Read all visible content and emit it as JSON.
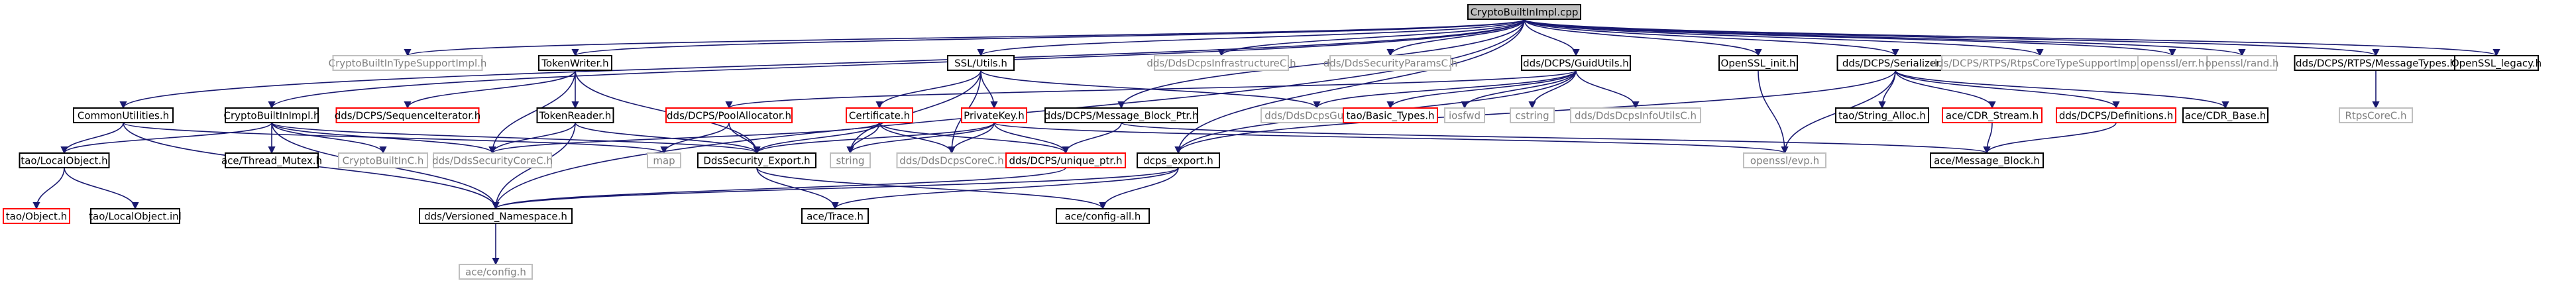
{
  "title": "CryptoBuiltInImpl.cpp",
  "colors": {
    "root_fill": "#bfbfbf",
    "included_border": "#000000",
    "missing_border": "#bfbfbf",
    "missing_text": "#808080",
    "error_border": "#ff0000",
    "edge_color": "#191970",
    "text": "#000000"
  },
  "nodes": {
    "root": "CryptoBuiltInImpl.cpp",
    "crypto_type_support": "CryptoBuiltInTypeSupportImpl.h",
    "token_writer": "TokenWriter.h",
    "dcps_infra_c": "dds/DdsDcpsInfrastructureC.h",
    "security_params_c": "dds/DdsSecurityParamsC.h",
    "ssl_utils": "SSL/Utils.h",
    "guid_utils": "dds/DCPS/GuidUtils.h",
    "openssl_init": "OpenSSL_init.h",
    "serializer": "dds/DCPS/Serializer.h",
    "rtps_core_type_support": "dds/DCPS/RTPS/RtpsCoreTypeSupportImpl.h",
    "openssl_err": "openssl/err.h",
    "openssl_rand": "openssl/rand.h",
    "message_types": "dds/DCPS/RTPS/MessageTypes.h",
    "openssl_legacy": "OpenSSL_legacy.h",
    "common_utilities": "CommonUtilities.h",
    "crypto_builtin_impl_h": "CryptoBuiltInImpl.h",
    "sequence_iterator": "dds/DCPS/SequenceIterator.h",
    "token_reader": "TokenReader.h",
    "pool_allocator": "dds/DCPS/PoolAllocator.h",
    "certificate": "Certificate.h",
    "private_key": "PrivateKey.h",
    "message_block_ptr": "dds/DCPS/Message_Block_Ptr.h",
    "dcps_guid_c": "dds/DdsDcpsGuidC.h",
    "basic_types": "tao/Basic_Types.h",
    "iosfwd": "iosfwd",
    "cstring": "cstring",
    "dcps_info_utils_c": "dds/DdsDcpsInfoUtilsC.h",
    "string_alloc": "tao/String_Alloc.h",
    "cdr_stream": "ace/CDR_Stream.h",
    "definitions": "dds/DCPS/Definitions.h",
    "cdr_base": "ace/CDR_Base.h",
    "rtps_core_c": "RtpsCoreC.h",
    "local_object_h": "tao/LocalObject.h",
    "thread_mutex": "ace/Thread_Mutex.h",
    "crypto_builtin_c": "CryptoBuiltInC.h",
    "security_core_c": "dds/DdsSecurityCoreC.h",
    "map": "map",
    "dds_security_export": "DdsSecurity_Export.h",
    "string": "string",
    "dcps_core_c": "dds/DdsDcpsCoreC.h",
    "unique_ptr": "dds/DCPS/unique_ptr.h",
    "dcps_export": "dcps_export.h",
    "openssl_evp": "openssl/evp.h",
    "message_block": "ace/Message_Block.h",
    "tao_object": "tao/Object.h",
    "local_object_inl": "tao/LocalObject.inl",
    "versioned_namespace": "dds/Versioned_Namespace.h",
    "ace_trace": "ace/Trace.h",
    "config_all": "ace/config-all.h",
    "ace_config": "ace/config.h"
  }
}
